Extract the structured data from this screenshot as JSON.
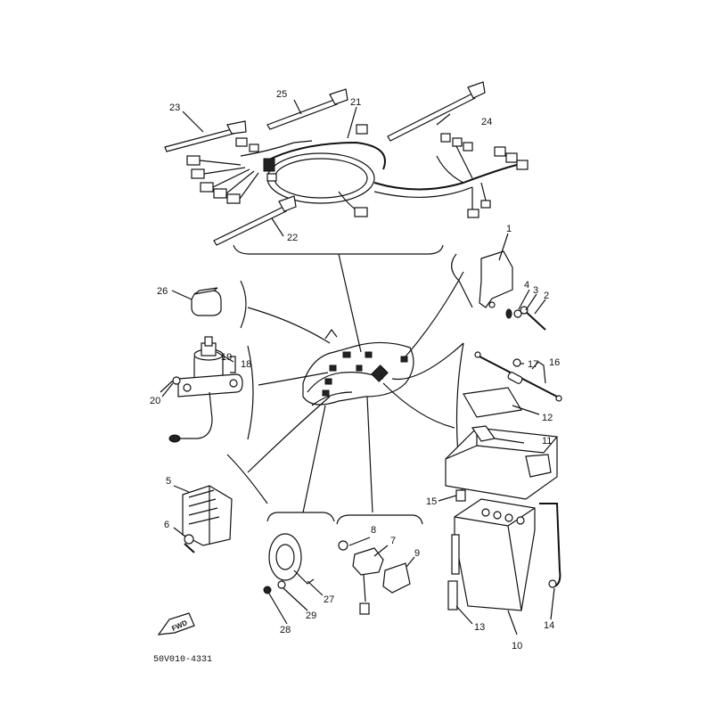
{
  "diagram": {
    "drawing_code": "50V010-4331",
    "fwd_label": "FWD",
    "callouts": {
      "c1": "1",
      "c2": "2",
      "c3": "3",
      "c4": "4",
      "c5": "5",
      "c6": "6",
      "c7": "7",
      "c8": "8",
      "c9": "9",
      "c10": "10",
      "c11": "11",
      "c12": "12",
      "c13": "13",
      "c14": "14",
      "c15": "15",
      "c16": "16",
      "c17": "17",
      "c18": "18",
      "c19": "19",
      "c20": "20",
      "c21": "21",
      "c22": "22",
      "c23": "23",
      "c24": "24",
      "c25": "25",
      "c26": "26",
      "c27": "27",
      "c28": "28",
      "c29": "29"
    }
  }
}
